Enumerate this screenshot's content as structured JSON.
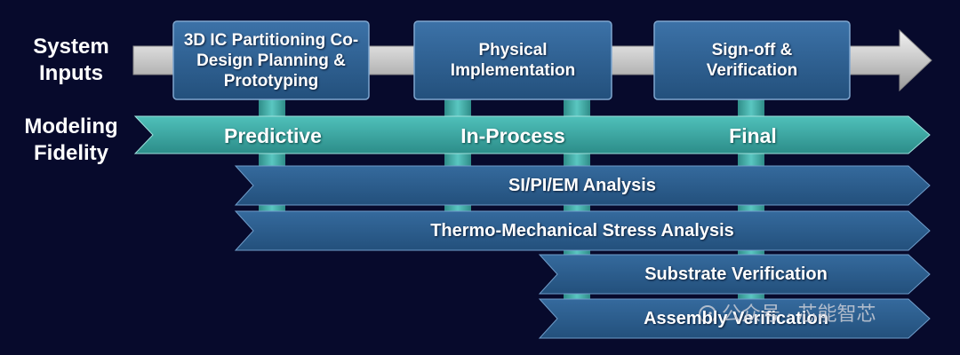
{
  "labels": {
    "system_inputs": "System Inputs",
    "modeling_fidelity": "Modeling Fidelity"
  },
  "stages": [
    {
      "text": "3D IC Partitioning Co-Design Planning & Prototyping"
    },
    {
      "text": "Physical Implementation"
    },
    {
      "text": "Sign-off & Verification"
    }
  ],
  "fidelity": [
    "Predictive",
    "In-Process",
    "Final"
  ],
  "analyses": [
    {
      "text": "SI/PI/EM Analysis"
    },
    {
      "text": "Thermo-Mechanical Stress Analysis"
    },
    {
      "text": "Substrate Verification"
    },
    {
      "text": "Assembly Verification"
    }
  ],
  "watermark": "公众号 · 芯能智芯",
  "colors": {
    "background": "#070a2c",
    "stage_box": "#2d5f92",
    "teal": "#3aa8a3",
    "analysis_bar": "#2c5d8c",
    "gray_arrow": "#d6d6d6"
  }
}
